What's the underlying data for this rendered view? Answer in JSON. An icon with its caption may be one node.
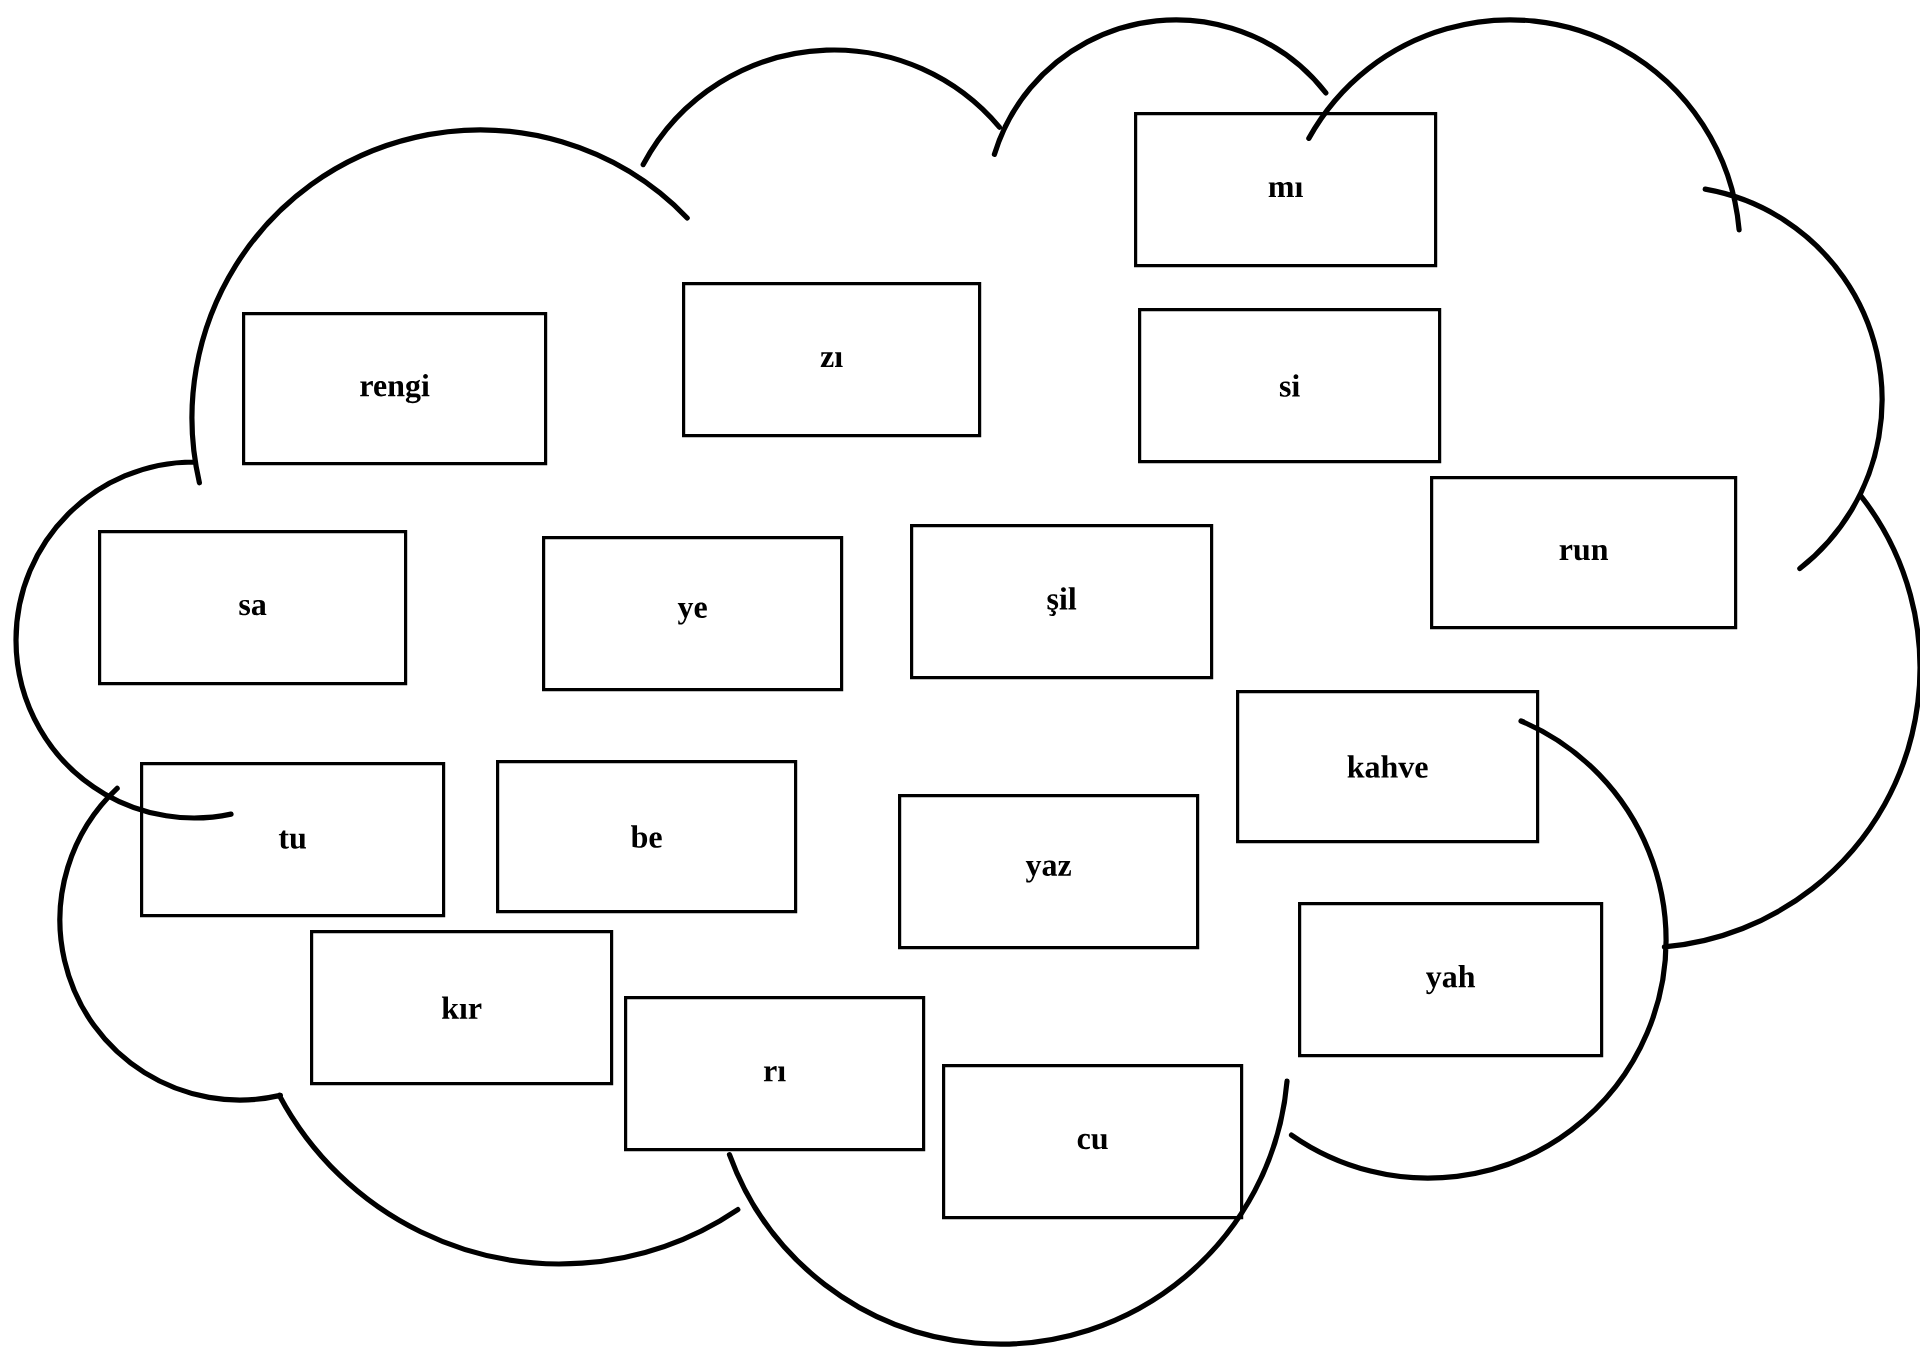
{
  "diagram": {
    "nodes": [
      {
        "text": [],
        "shape": "cloud"
      },
      {
        "text": [
          "mı"
        ],
        "in": 0
      },
      {
        "text": [
          "rengi"
        ],
        "in": 0
      },
      {
        "text": [
          "zı"
        ],
        "in": 0
      },
      {
        "text": [
          "si"
        ],
        "in": 0
      },
      {
        "text": [
          "sa"
        ],
        "in": 0
      },
      {
        "text": [
          "ye"
        ],
        "in": 0
      },
      {
        "text": [
          "şil"
        ],
        "in": 0
      },
      {
        "text": [
          "run"
        ],
        "in": 0
      },
      {
        "text": [
          "tu"
        ],
        "in": 0
      },
      {
        "text": [
          "be"
        ],
        "in": 0
      },
      {
        "text": [
          "yaz"
        ],
        "in": 0
      },
      {
        "text": [
          "kahve"
        ],
        "in": 0
      },
      {
        "text": [
          "kır"
        ],
        "in": 0
      },
      {
        "text": [
          "rı"
        ],
        "in": 0
      },
      {
        "text": [
          "cu"
        ],
        "in": 0
      },
      {
        "text": [
          "yah"
        ],
        "in": 0
      }
    ]
  }
}
